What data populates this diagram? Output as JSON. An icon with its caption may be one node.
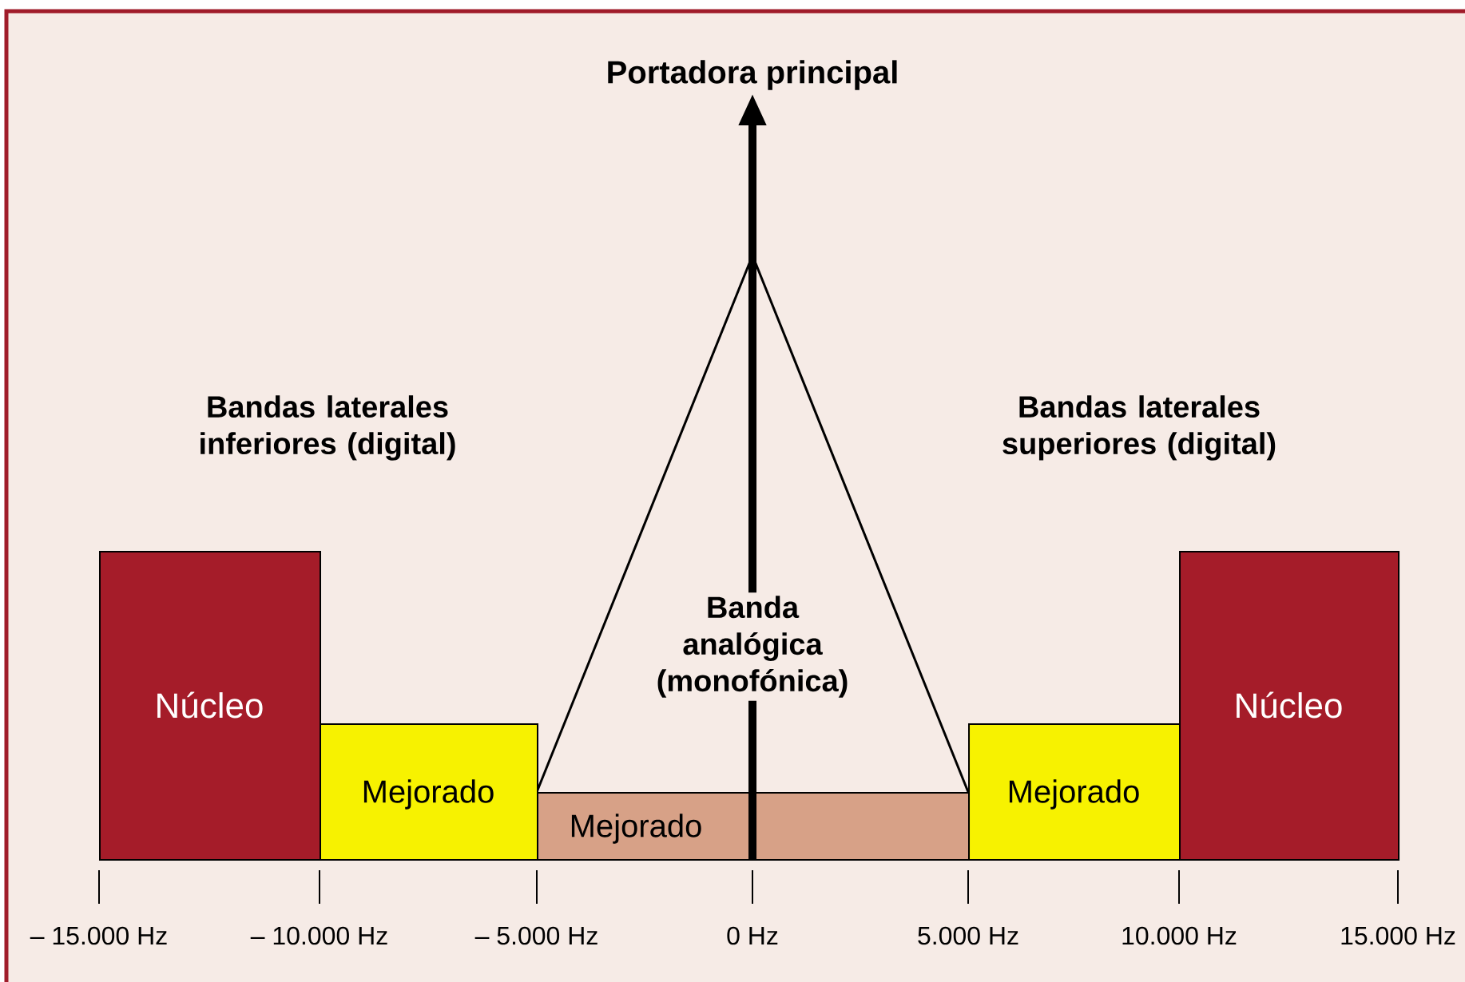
{
  "diagram": {
    "nodes": [
      {
        "text": [
          "Núcleo"
        ]
      },
      {
        "text": [
          "Mejorado"
        ]
      },
      {
        "text": [
          "Mejorado"
        ]
      },
      {
        "text": [
          "Mejorado"
        ]
      },
      {
        "text": [
          "Núcleo"
        ]
      },
      {
        "text": [
          "Portadora principal"
        ]
      }
    ],
    "edges": [
      {
        "from": 2,
        "to": 5,
        "arrow": "to"
      }
    ],
    "labels": [
      "Bandas laterales inferiores (digital)",
      "Bandas laterales superiores (digital)",
      "Banda analógica (monofónica)",
      "– 15.000 Hz",
      "– 10.000 Hz",
      "– 5.000 Hz",
      "0 Hz",
      "5.000 Hz",
      "10.000 Hz",
      "15.000 Hz"
    ]
  }
}
